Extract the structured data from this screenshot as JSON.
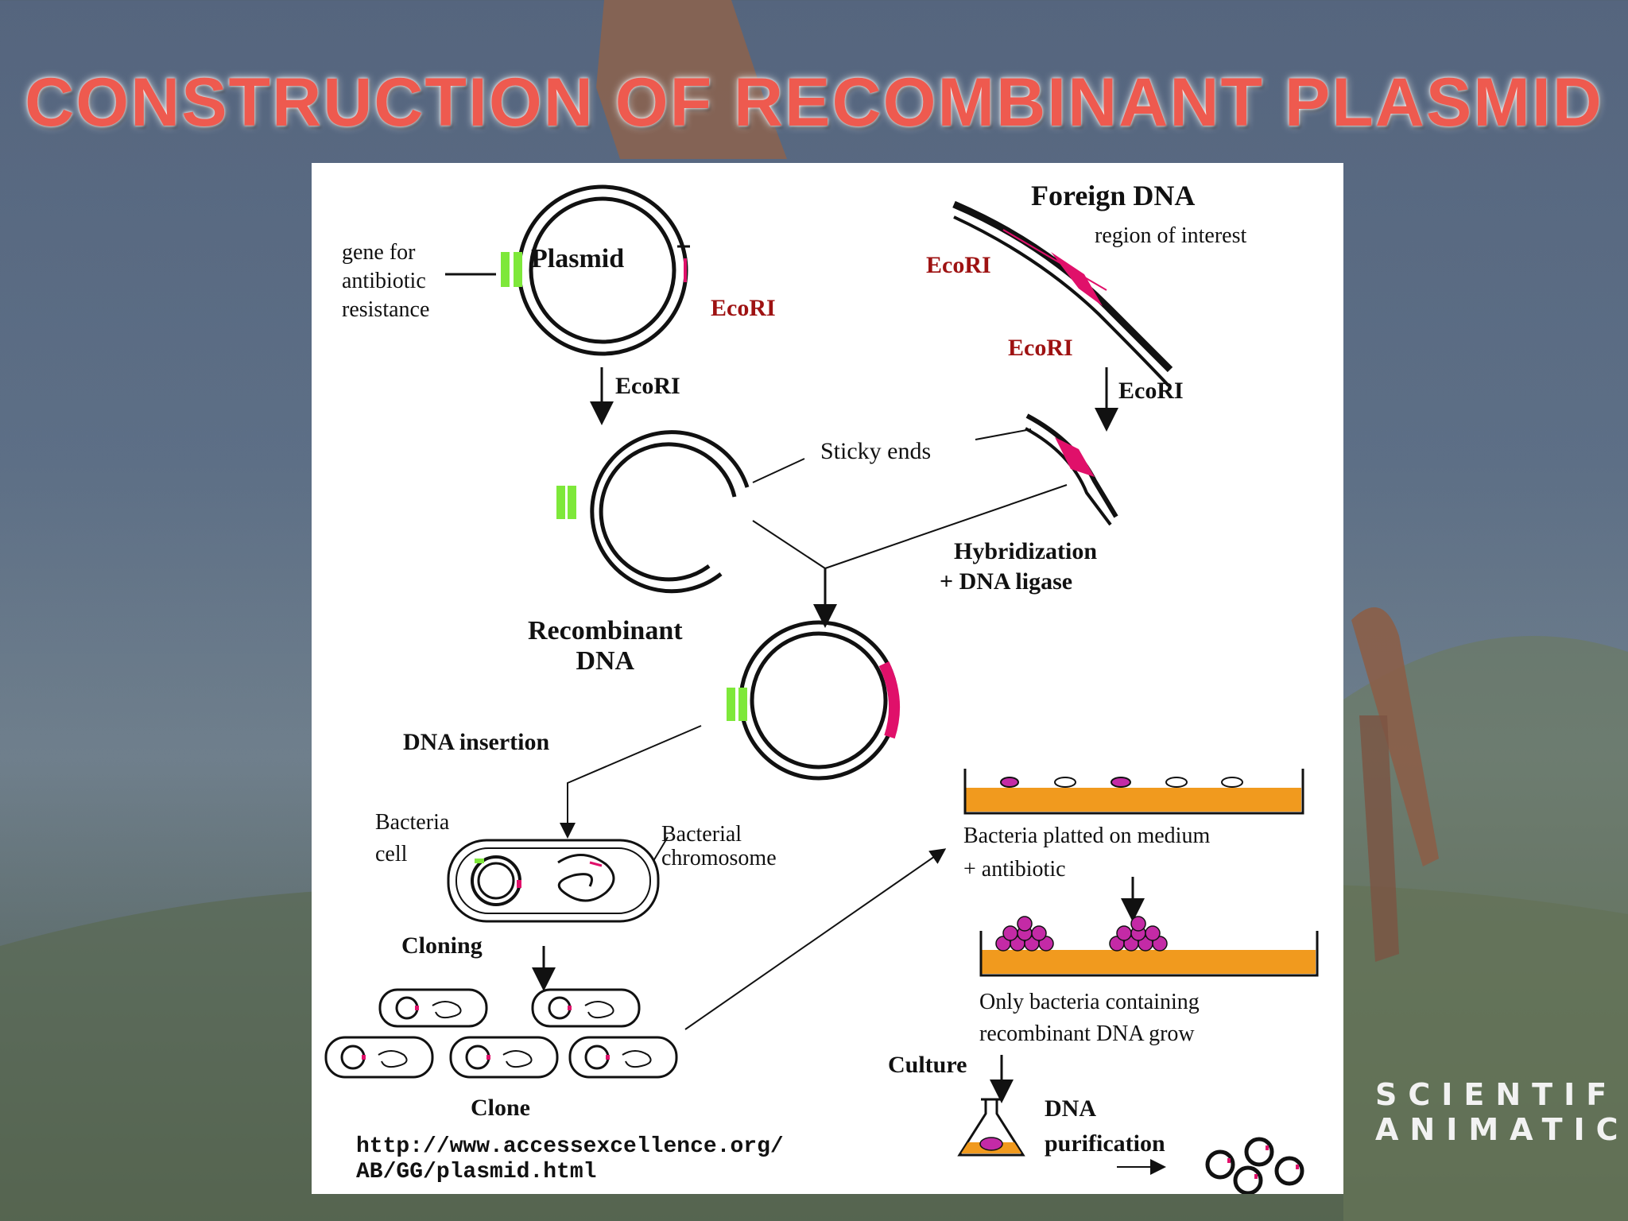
{
  "slide": {
    "title": "CONSTRUCTION OF RECOMBINANT PLASMID"
  },
  "watermark": {
    "line1": "SCIENTIF",
    "line2": "ANIMATIC"
  },
  "diagram": {
    "gene_label_1": "gene for",
    "gene_label_2": "antibiotic",
    "gene_label_3": "resistance",
    "plasmid": "Plasmid",
    "ecori_plasmid": "EcoRI",
    "ecori_arrow_left": "EcoRI",
    "foreign_dna": "Foreign DNA",
    "region_of_interest": "region of interest",
    "ecori_foreign_top": "EcoRI",
    "ecori_foreign_bottom": "EcoRI",
    "ecori_arrow_right": "EcoRI",
    "sticky_ends": "Sticky ends",
    "hybridization": "Hybridization",
    "dna_ligase": "+ DNA ligase",
    "recombinant_1": "Recombinant",
    "recombinant_2": "DNA",
    "dna_insertion": "DNA insertion",
    "bacteria_cell_1": "Bacteria",
    "bacteria_cell_2": "cell",
    "bacterial_chromosome_1": "Bacterial",
    "bacterial_chromosome_2": "chromosome",
    "cloning": "Cloning",
    "clone": "Clone",
    "plated_1": "Bacteria platted on medium",
    "plated_2": "+ antibiotic",
    "only_1": "Only bacteria containing",
    "only_2": "recombinant DNA grow",
    "culture": "Culture",
    "purification_1": "DNA",
    "purification_2": "purification",
    "url_1": "http://www.accessexcellence.org/",
    "url_2": "AB/GG/plasmid.html"
  },
  "colors": {
    "title": "#ee5a4f",
    "marker_green": "#7ee83a",
    "marker_pink": "#e0106a",
    "medium_orange": "#f19a1e",
    "colony_magenta": "#c42aa6",
    "label_red": "#9e1212"
  }
}
